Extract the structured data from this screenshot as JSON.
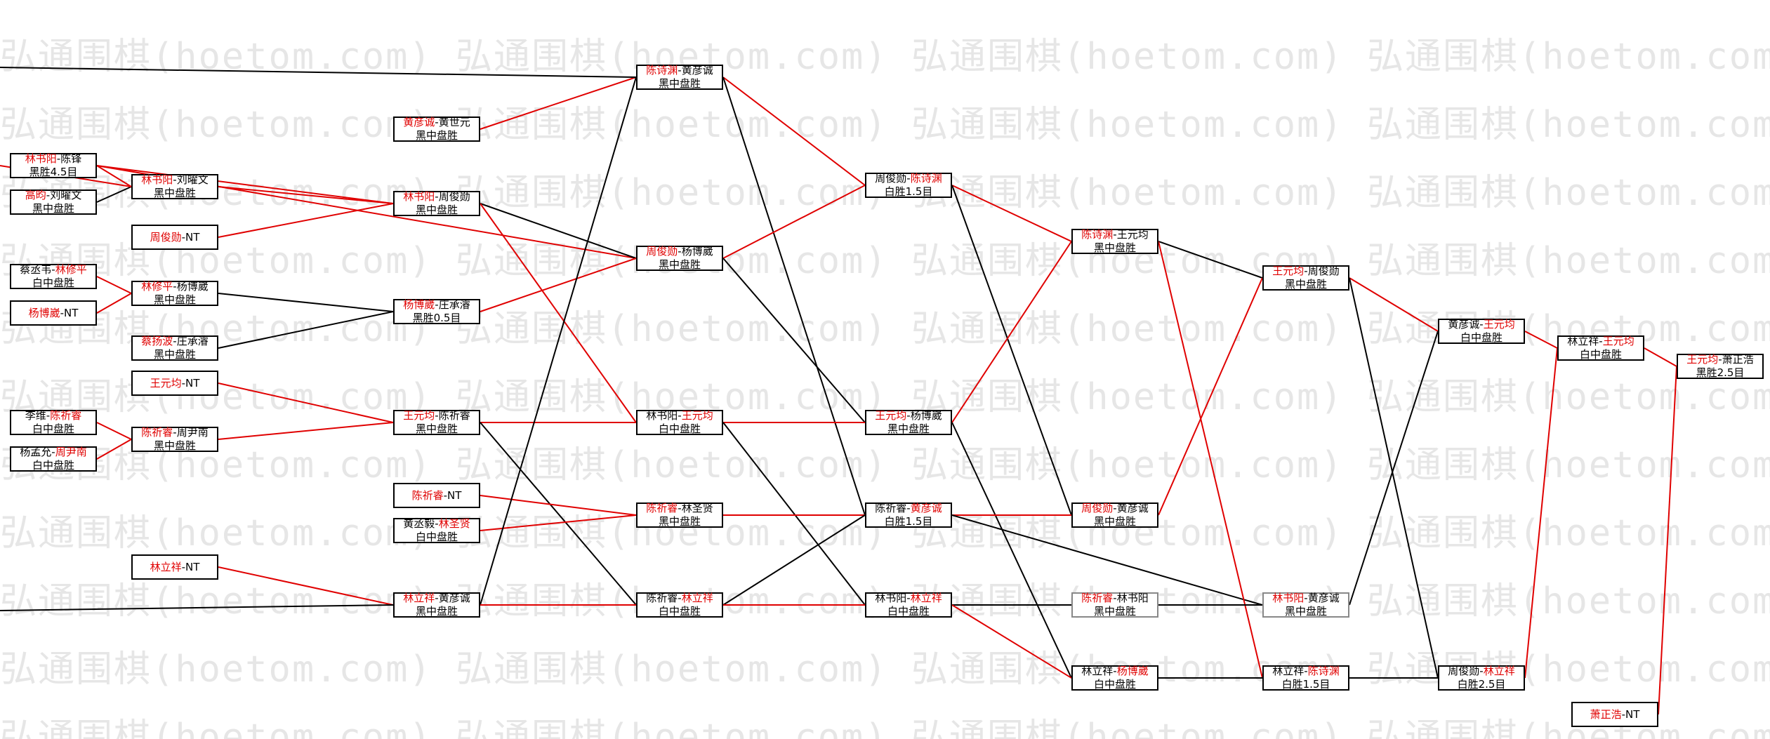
{
  "colors": {
    "winner": "#e00000",
    "loser": "#000000",
    "watermark": "#e6e6e6"
  },
  "watermark_text": "弘通围棋(hoetom.com) 弘通围棋(hoetom.com) 弘通围棋(hoetom.com) 弘通围棋(hoetom.com) 弘通围棋(hoetom.com)",
  "matches": [
    {
      "id": "r1a",
      "p1": "林书阳",
      "p2": "陈锋",
      "res": "黑胜4.5目",
      "win": 1
    },
    {
      "id": "r1b",
      "p1": "高昀",
      "p2": "刘曜文",
      "res": "黑中盘胜",
      "win": 1
    },
    {
      "id": "r1c",
      "p1": "蔡丞韦",
      "p2": "林修平",
      "res": "白中盘胜",
      "win": 2
    },
    {
      "id": "r1d",
      "p1": "杨博崴",
      "p2": "NT",
      "res": "",
      "win": 1
    },
    {
      "id": "r1e",
      "p1": "李维",
      "p2": "陈祈睿",
      "res": "白中盘胜",
      "win": 2
    },
    {
      "id": "r1f",
      "p1": "杨孟允",
      "p2": "周尹南",
      "res": "白中盘胜",
      "win": 2
    },
    {
      "id": "r2a",
      "p1": "林书阳",
      "p2": "刘曜文",
      "res": "黑中盘胜",
      "win": 1
    },
    {
      "id": "r2b",
      "p1": "周俊勋",
      "p2": "NT",
      "res": "",
      "win": 1
    },
    {
      "id": "r2c",
      "p1": "林修平",
      "p2": "杨博崴",
      "res": "黑中盘胜",
      "win": 1
    },
    {
      "id": "r2d",
      "p1": "蔡扬波",
      "p2": "庄承濬",
      "res": "黑中盘胜",
      "win": 1
    },
    {
      "id": "r2e",
      "p1": "王元均",
      "p2": "NT",
      "res": "",
      "win": 1
    },
    {
      "id": "r2f",
      "p1": "陈祈睿",
      "p2": "周尹南",
      "res": "黑中盘胜",
      "win": 1
    },
    {
      "id": "r2g",
      "p1": "林立祥",
      "p2": "NT",
      "res": "",
      "win": 1
    },
    {
      "id": "r3a",
      "p1": "黄彦诚",
      "p2": "黄世元",
      "res": "黑中盘胜",
      "win": 1
    },
    {
      "id": "r3b",
      "p1": "林书阳",
      "p2": "周俊勋",
      "res": "黑中盘胜",
      "win": 1
    },
    {
      "id": "r3c",
      "p1": "杨博崴",
      "p2": "庄承濬",
      "res": "黑胜0.5目",
      "win": 1
    },
    {
      "id": "r3d",
      "p1": "王元均",
      "p2": "陈祈睿",
      "res": "黑中盘胜",
      "win": 1
    },
    {
      "id": "r3e",
      "p1": "陈祈睿",
      "p2": "NT",
      "res": "",
      "win": 1
    },
    {
      "id": "r3f",
      "p1": "黄丞毅",
      "p2": "林圣贤",
      "res": "白中盘胜",
      "win": 2
    },
    {
      "id": "r3g",
      "p1": "林立祥",
      "p2": "黄彦诚",
      "res": "黑中盘胜",
      "win": 1
    },
    {
      "id": "r4a",
      "p1": "陈诗渊",
      "p2": "黄彦诚",
      "res": "黑中盘胜",
      "win": 1
    },
    {
      "id": "r4b",
      "p1": "周俊勋",
      "p2": "杨博崴",
      "res": "黑中盘胜",
      "win": 1
    },
    {
      "id": "r4c",
      "p1": "林书阳",
      "p2": "王元均",
      "res": "白中盘胜",
      "win": 2
    },
    {
      "id": "r4d",
      "p1": "陈祈睿",
      "p2": "林圣贤",
      "res": "黑中盘胜",
      "win": 1
    },
    {
      "id": "r4e",
      "p1": "陈祈睿",
      "p2": "林立祥",
      "res": "白中盘胜",
      "win": 2
    },
    {
      "id": "r5a",
      "p1": "周俊勋",
      "p2": "陈诗渊",
      "res": "白胜1.5目",
      "win": 2
    },
    {
      "id": "r5b",
      "p1": "王元均",
      "p2": "杨博崴",
      "res": "黑中盘胜",
      "win": 1
    },
    {
      "id": "r5c",
      "p1": "陈祈睿",
      "p2": "黄彦诚",
      "res": "白胜1.5目",
      "win": 2
    },
    {
      "id": "r5d",
      "p1": "林书阳",
      "p2": "林立祥",
      "res": "白中盘胜",
      "win": 2
    },
    {
      "id": "r6a",
      "p1": "陈诗渊",
      "p2": "王元均",
      "res": "黑中盘胜",
      "win": 1
    },
    {
      "id": "r6b",
      "p1": "周俊勋",
      "p2": "黄彦诚",
      "res": "黑中盘胜",
      "win": 1
    },
    {
      "id": "r6c",
      "p1": "陈祈睿",
      "p2": "林书阳",
      "res": "黑中盘胜",
      "win": 1
    },
    {
      "id": "r6d",
      "p1": "林立祥",
      "p2": "杨博崴",
      "res": "白中盘胜",
      "win": 2
    },
    {
      "id": "r7a",
      "p1": "王元均",
      "p2": "周俊勋",
      "res": "黑中盘胜",
      "win": 1
    },
    {
      "id": "r7b",
      "p1": "林书阳",
      "p2": "黄彦诚",
      "res": "黑中盘胜",
      "win": 1
    },
    {
      "id": "r7c",
      "p1": "林立祥",
      "p2": "陈诗渊",
      "res": "白胜1.5目",
      "win": 2
    },
    {
      "id": "r8a",
      "p1": "黄彦诚",
      "p2": "王元均",
      "res": "白中盘胜",
      "win": 2
    },
    {
      "id": "r8b",
      "p1": "周俊勋",
      "p2": "林立祥",
      "res": "白胜2.5目",
      "win": 2
    },
    {
      "id": "r9a",
      "p1": "林立祥",
      "p2": "王元均",
      "res": "白中盘胜",
      "win": 2
    },
    {
      "id": "r9b",
      "p1": "萧正浩",
      "p2": "NT",
      "res": "",
      "win": 1
    },
    {
      "id": "r10a",
      "p1": "王元均",
      "p2": "萧正浩",
      "res": "黑胜2.5目",
      "win": 1
    }
  ]
}
